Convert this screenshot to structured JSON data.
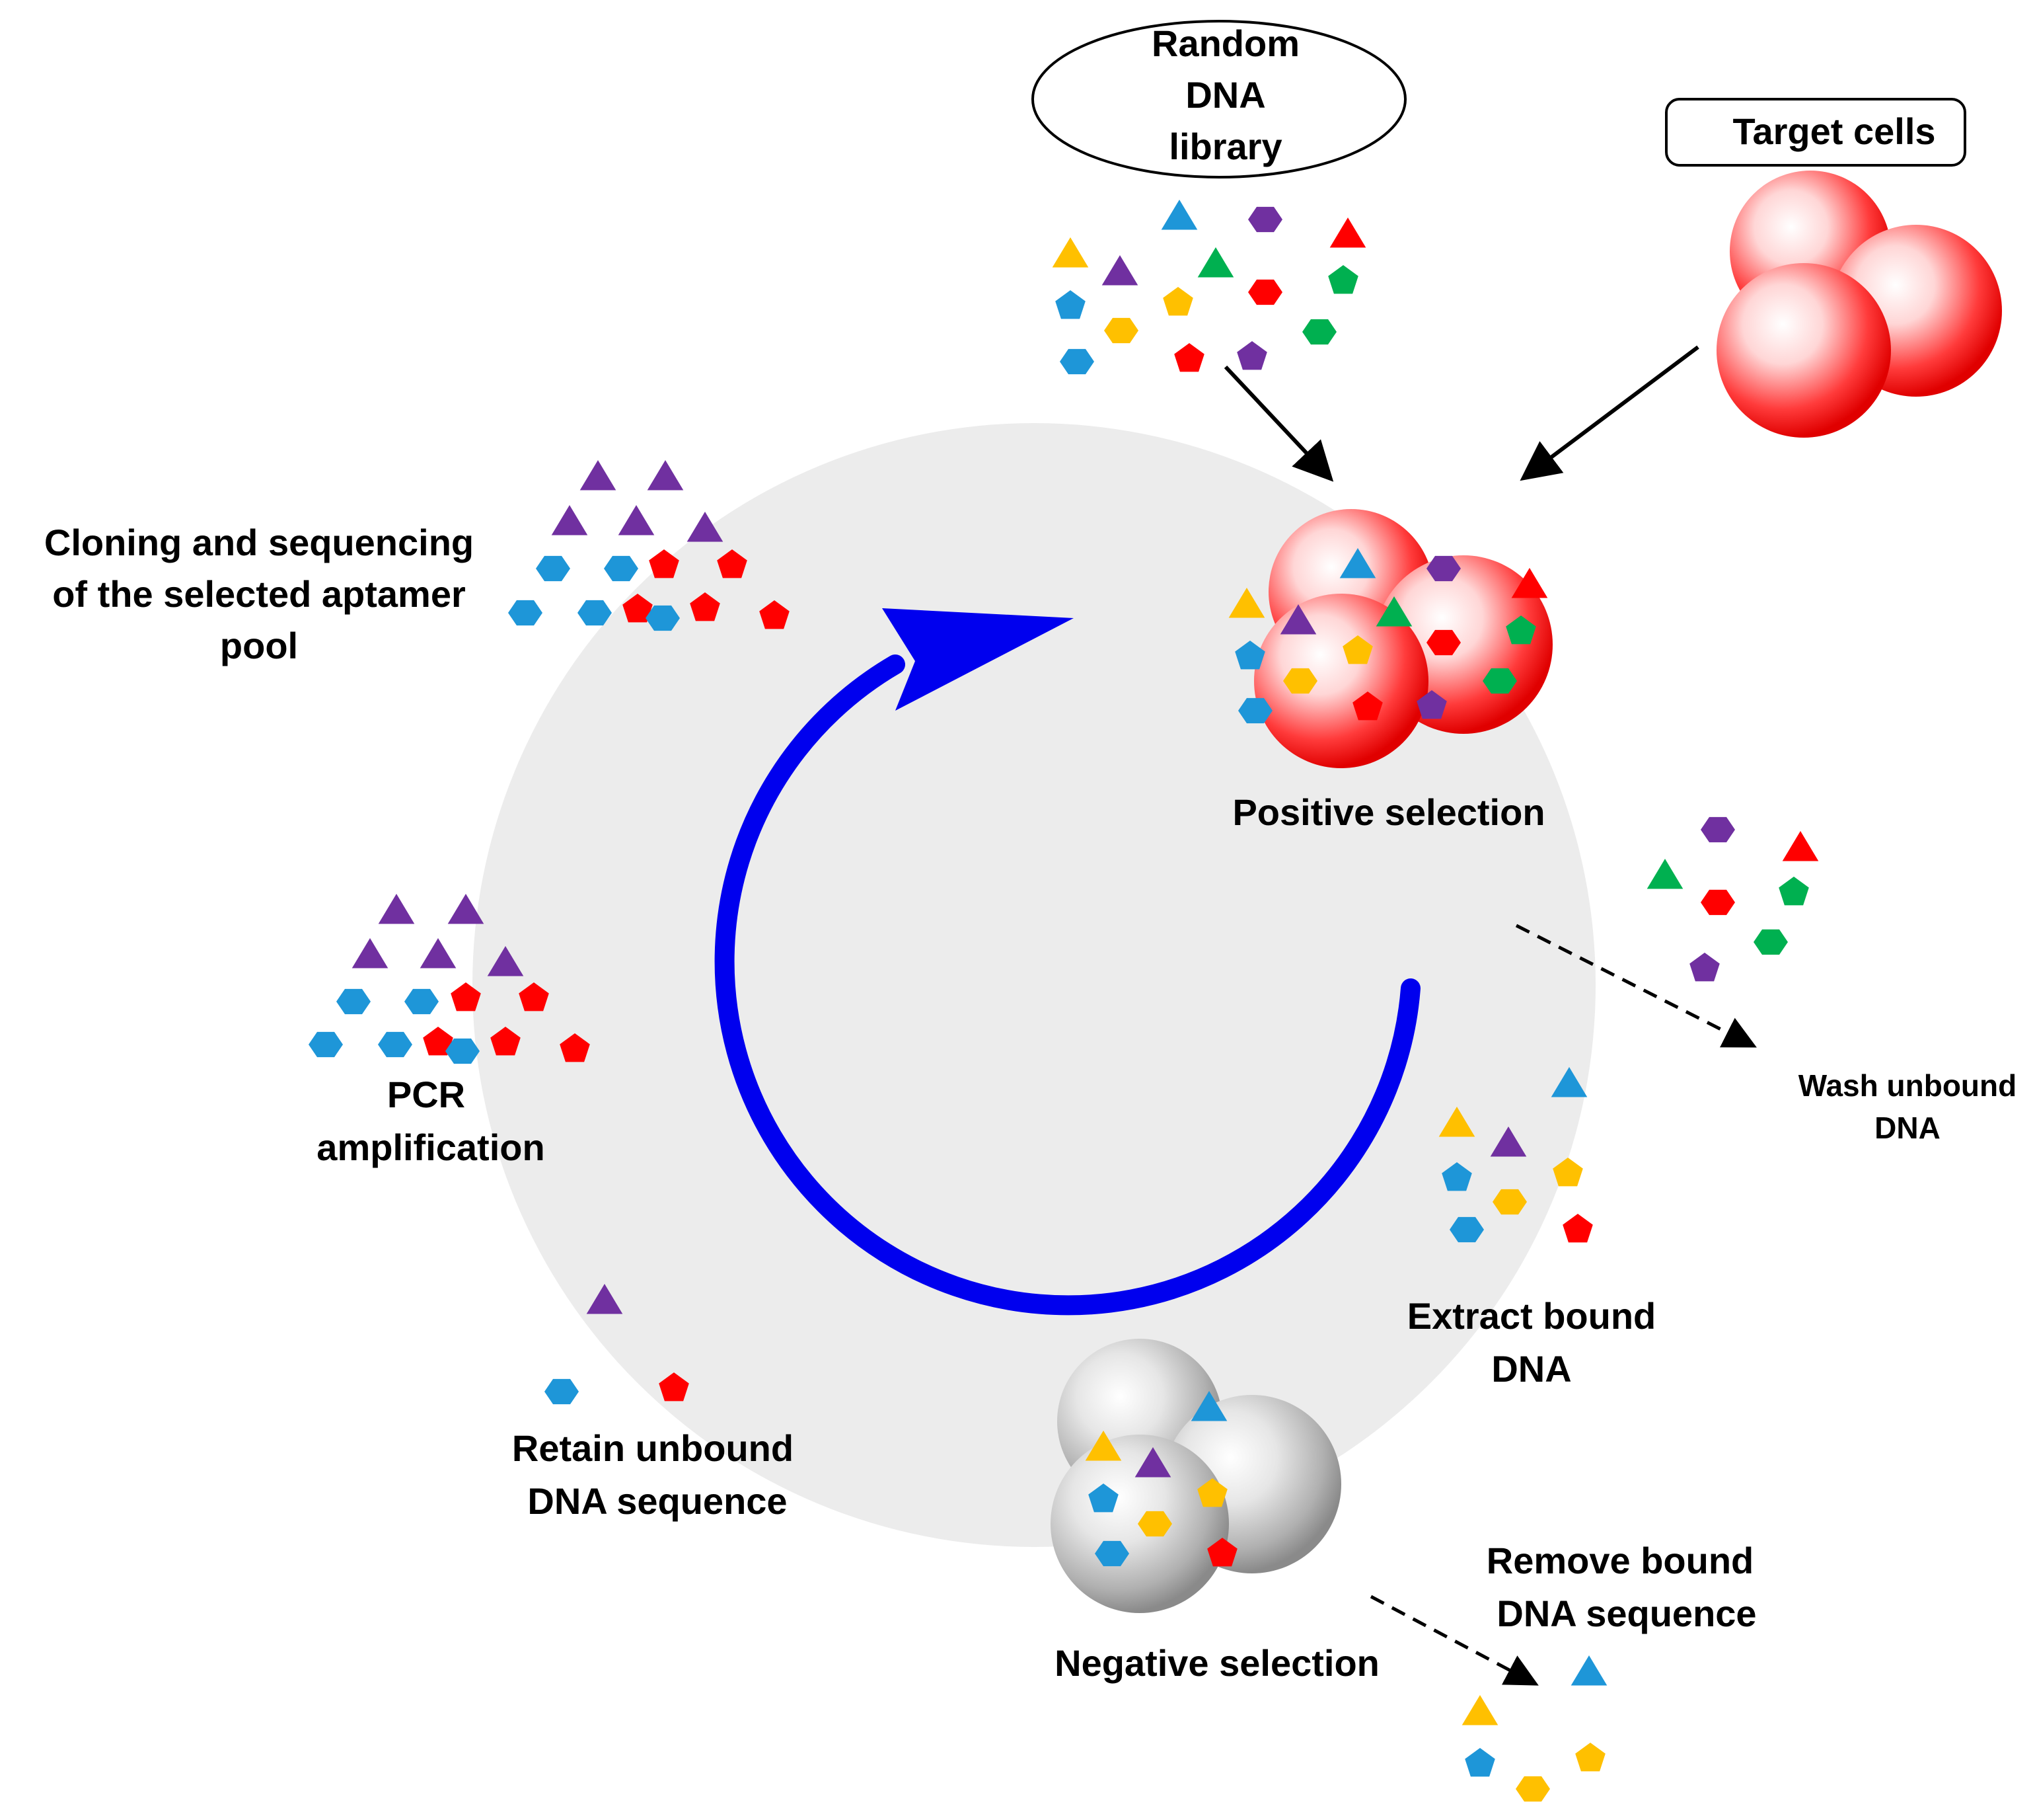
{
  "labels": {
    "random_library": [
      "Random",
      "DNA",
      "library"
    ],
    "target_cells": "Target cells",
    "cloning": [
      "Cloning and sequencing",
      "of the selected aptamer",
      "pool"
    ],
    "positive_selection": "Positive selection",
    "wash_unbound": [
      "Wash unbound",
      "DNA"
    ],
    "extract_bound": [
      "Extract bound",
      "DNA"
    ],
    "pcr": [
      "PCR",
      "amplification"
    ],
    "retain_unbound": [
      "Retain unbound",
      "DNA sequence"
    ],
    "negative_selection": "Negative selection",
    "remove_bound": [
      "Remove bound",
      "DNA sequence"
    ]
  },
  "colors": {
    "background_circle": "#ececec",
    "cycle_arrow": "#0000ee",
    "target_cell": "#ee1111",
    "negative_cell": "#9a9a9a",
    "yellow": "#ffc000",
    "blue": "#1e96d8",
    "purple": "#7030a0",
    "red": "#ff0000",
    "green": "#00b050"
  },
  "molecule_shapes": [
    "triangle",
    "pentagon",
    "hexagon"
  ],
  "molecule_colors": [
    "yellow",
    "blue",
    "purple",
    "red",
    "green"
  ]
}
